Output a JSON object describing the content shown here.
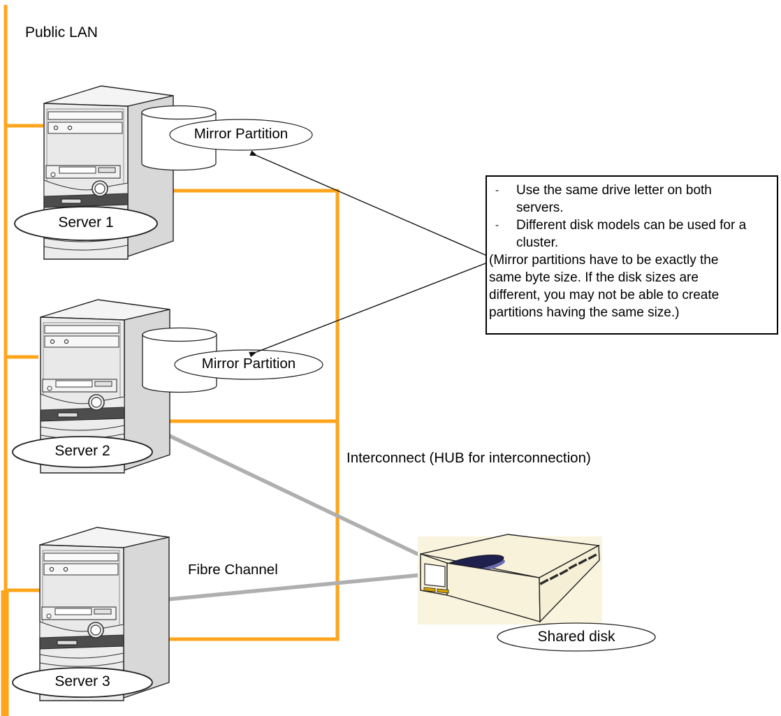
{
  "diagram": {
    "labels": {
      "public_lan": "Public LAN",
      "interconnect": "Interconnect (HUB for interconnection)",
      "fibre_channel": "Fibre Channel",
      "shared_disk": "Shared disk",
      "server1": "Server 1",
      "server2": "Server 2",
      "server3": "Server 3",
      "mirror_partition_1": "Mirror Partition",
      "mirror_partition_2": "Mirror Partition"
    },
    "note": {
      "bullet_marker": "-",
      "bullets": [
        "Use the same drive letter on both servers.",
        "Different disk models can be used for a cluster."
      ],
      "note_text": "(Mirror partitions have to be exactly the same byte size. If the disk sizes are different, you may not be able to create partitions having the same size.)"
    },
    "colors": {
      "lan_line": "#FFA51C",
      "interconnect_line": "#FFA51C",
      "fibre_line": "#AFAFAF",
      "disk_platter_dark": "#20204E",
      "disk_platter_light": "#6B6BB4",
      "disk_led": "#D9A400",
      "disk_body": "#F9F4DE"
    }
  }
}
